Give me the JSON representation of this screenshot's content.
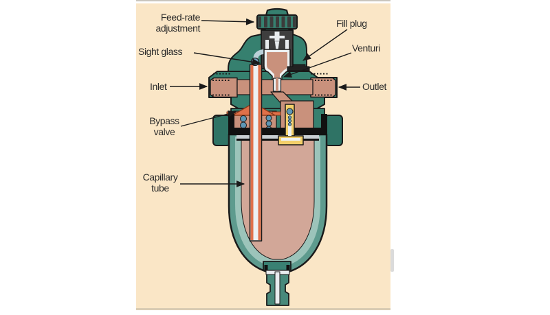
{
  "figure": {
    "labels": {
      "feed_rate": {
        "line1": "Feed-rate",
        "line2": "adjustment"
      },
      "fill_plug": {
        "text": "Fill plug"
      },
      "sight_glass": {
        "text": "Sight glass"
      },
      "venturi": {
        "text": "Venturi"
      },
      "inlet": {
        "text": "Inlet"
      },
      "outlet": {
        "text": "Outlet"
      },
      "bypass_valve": {
        "line1": "Bypass",
        "line2": "valve"
      },
      "capillary_tube": {
        "line1": "Capillary",
        "line2": "tube"
      }
    },
    "colors": {
      "panel_background": "#FAE6C6",
      "body_teal": "#36806F",
      "bowl_teal": "#5E9B8E",
      "bowl_lining_teal": "#9CC4BA",
      "collar_teal": "#2F7365",
      "port_tan": "#C9917C",
      "bowl_fluid_pink": "#D2A798",
      "bypass_orange": "#E0714A",
      "tpiece_yellow": "#F2CF6A",
      "ball_blue": "#5E96B4",
      "sight_tube_blue": "#BBD0D8",
      "mechanism_gray": "#3E3E3E",
      "outline_black": "#1A1A1A",
      "label_text": "#2B2B2B",
      "white_metal": "#EDF1F2"
    }
  }
}
